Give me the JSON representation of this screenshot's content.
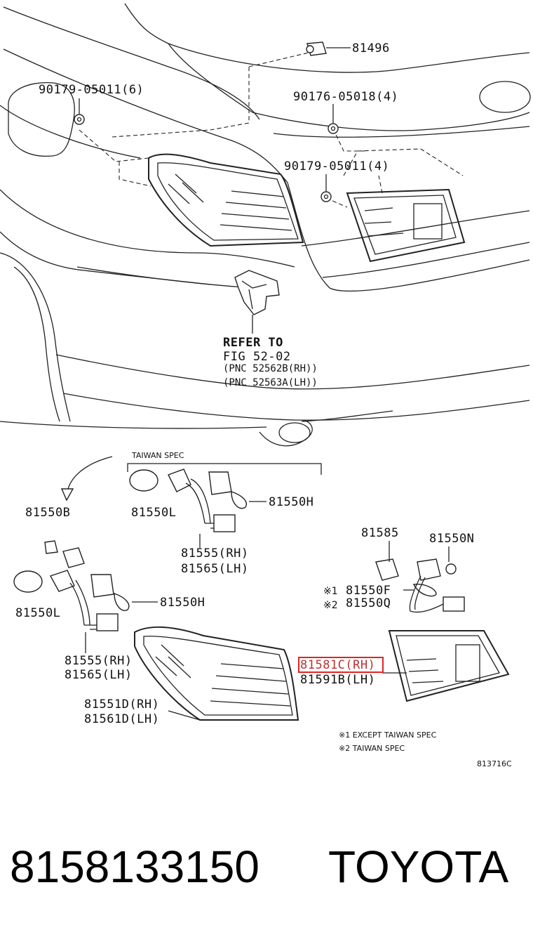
{
  "diagram_id": "813716C",
  "labels": {
    "p81496": "81496",
    "p90179_a": "90179-05011(6)",
    "p90176": "90176-05018(4)",
    "p90179_b": "90179-05011(4)",
    "refer_1": "REFER TO",
    "refer_2": "FIG 52-02",
    "refer_3": "(PNC 52562B(RH))",
    "refer_4": "(PNC 52563A(LH))",
    "taiwan_spec": "TAIWAN SPEC",
    "p81550B": "81550B",
    "p81550L_top": "81550L",
    "p81550H_top": "81550H",
    "p81555_top": "81555(RH)",
    "p81565_top": "81565(LH)",
    "p81550L_left": "81550L",
    "p81550H_left": "81550H",
    "p81555_left": "81555(RH)",
    "p81565_left": "81565(LH)",
    "p81551D": "81551D(RH)",
    "p81561D": "81561D(LH)",
    "p81585": "81585",
    "p81550N": "81550N",
    "mark1": "※1",
    "mark2": "※2",
    "p81550F": "81550F",
    "p81550Q": "81550Q",
    "p81581C": "81581C(RH)",
    "p81591B": "81591B(LH)",
    "note1": "※1 EXCEPT TAIWAN SPEC",
    "note2": "※2 TAIWAN SPEC"
  },
  "footer": {
    "part_number": "8158133150",
    "brand": "TOYOTA"
  },
  "highlight_color": "#e02424"
}
